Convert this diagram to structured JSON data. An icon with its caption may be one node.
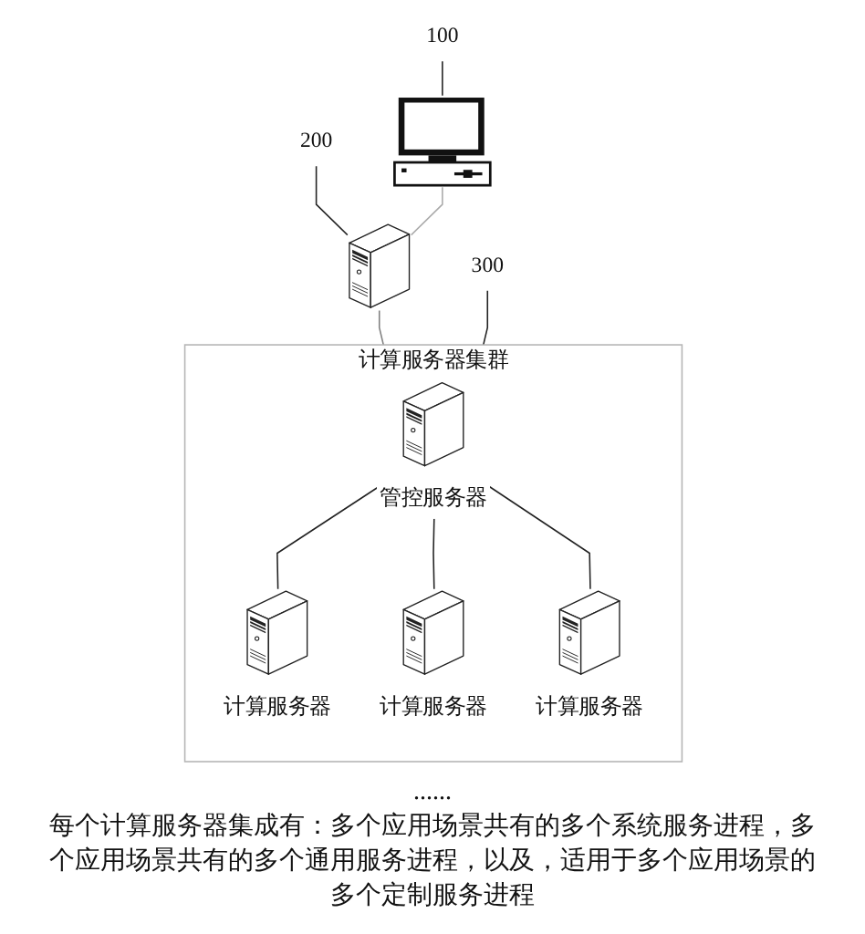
{
  "diagram": {
    "nodes": [
      {
        "text": [
          "100"
        ]
      },
      {
        "text": [],
        "shape": "picture"
      },
      {
        "text": [
          "200"
        ]
      },
      {
        "text": [],
        "shape": "picture"
      },
      {
        "text": [
          "300"
        ]
      },
      {
        "text": [
          "计算服务器集群"
        ]
      },
      {
        "text": [
          "管控服务器"
        ],
        "in": 5
      },
      {
        "text": [
          "计算服务器"
        ],
        "in": 5
      },
      {
        "text": [
          "计算服务器"
        ],
        "in": 5
      },
      {
        "text": [
          "计算服务器"
        ],
        "in": 5
      }
    ],
    "edges": [
      {
        "from": 0,
        "to": 1,
        "arrow": "none"
      },
      {
        "from": 2,
        "to": 3,
        "arrow": "none"
      },
      {
        "from": 1,
        "to": 3,
        "arrow": "none",
        "color": "#aaaaaa"
      },
      {
        "from": 3,
        "to": 5,
        "arrow": "none",
        "color": "#808080"
      },
      {
        "from": 4,
        "to": 5,
        "arrow": "none"
      },
      {
        "from": 6,
        "to": 7,
        "arrow": "none"
      },
      {
        "from": 6,
        "to": 8,
        "arrow": "none"
      },
      {
        "from": 6,
        "to": 9,
        "arrow": "none"
      }
    ],
    "labels": [
      "......",
      "每个计算服务器集成有：多个应用场景共有的多个系统服务进程，多个应用场景共有的多个通用服务进程，以及，适用于多个应用场景的多个定制服务进程"
    ]
  }
}
